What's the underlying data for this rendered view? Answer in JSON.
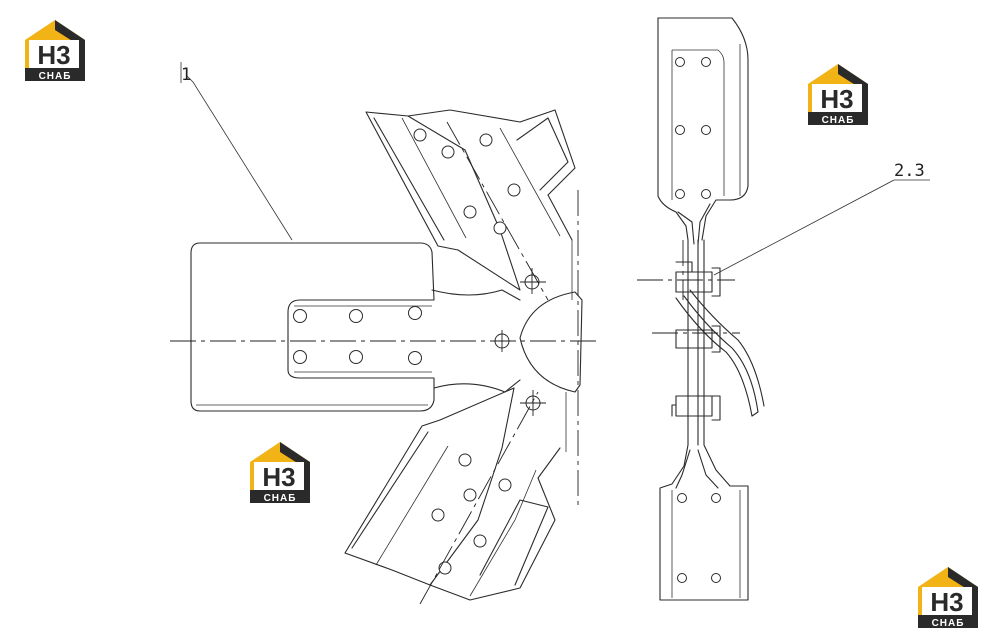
{
  "callouts": {
    "part_1": "1",
    "part_2_3": "2.3"
  },
  "watermark": {
    "letters": "H3",
    "caption": "СНАБ",
    "colors": {
      "accent": "#f2b316",
      "dark": "#2a2a2a",
      "white": "#ffffff"
    }
  },
  "colors": {
    "line": "#2b2b2b",
    "background": "#ffffff"
  }
}
